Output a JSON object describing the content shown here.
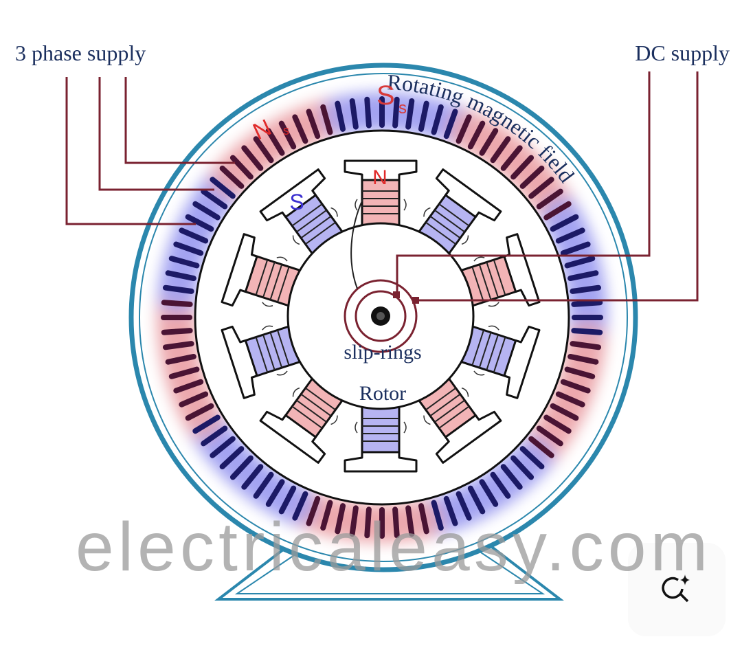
{
  "labels": {
    "three_phase": "3 phase supply",
    "dc_supply": "DC supply",
    "rotating_field": "Rotating magnetic field",
    "slip_rings": "slip-rings",
    "rotor": "Rotor",
    "rotor_pole_n": "N",
    "rotor_pole_s": "S",
    "stator_n": "N",
    "stator_n_sub": "s",
    "stator_s": "S",
    "stator_s_sub": "s"
  },
  "watermark": "electricaleasy.com",
  "lens_button": {
    "icon": "visual-search-sparkle-icon"
  },
  "colors": {
    "frame": "#2b87ad",
    "wire": "#7a2230",
    "text": "#1b2f5e",
    "north": "#e02a2a",
    "south": "#3a2fd0"
  },
  "rotor_pole_count": 10
}
